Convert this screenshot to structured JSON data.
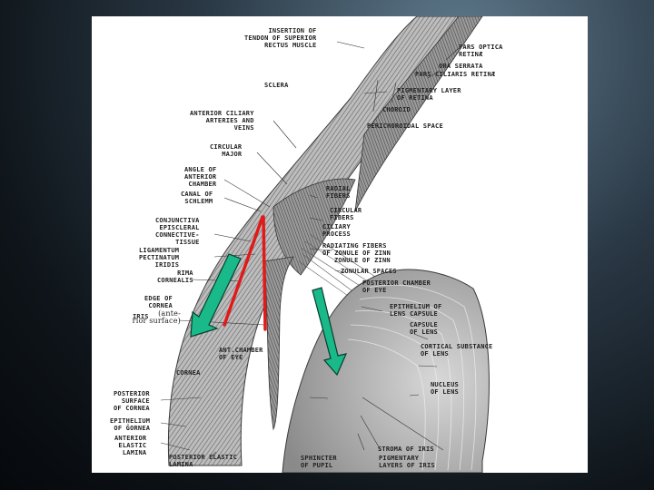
{
  "slide": {
    "background": "#1e2a33",
    "figure_background": "#ffffff",
    "arrows": {
      "red_color": "#e01a1a",
      "green_fill": "#19b98a",
      "green_outline": "#0a3d2c"
    }
  },
  "labels": {
    "insertion": "INSERTION OF\nTENDON OF SUPERIOR\nRECTUS MUSCLE",
    "pars_optica": "PARS OPTICA\nRETINÆ",
    "ora_serrata": "ORA SERRATA",
    "pars_ciliaris": "PARS CILIARIS RETINÆ",
    "sclera": "SCLERA",
    "pigmentary": "PIGMENTARY LAYER\nOF RETINA",
    "choroid": "CHOROID",
    "perichoroidal": "PERICHOROIDAL SPACE",
    "anterior_ciliary": "ANTERIOR CILIARY\nARTERIES AND\nVEINS",
    "circular_major": "CIRCULAR\nMAJOR",
    "angle": "ANGLE OF\nANTERIOR\nCHAMBER",
    "canal": "CANAL OF\nSCHLEMM",
    "radial_fibers": "RADIAL\nFIBERS",
    "circular_fibers": "CIRCULAR\nFIBERS",
    "ciliary_process": "CILIARY\nPROCESS",
    "conjunctiva": "CONJUNCTIVA\nEPISCLERAL\nCONNECTIVE-\nTISSUE",
    "ligamentum": "LIGAMENTUM\nPECTINATUM\nIRIDIS",
    "rima": "RIMA\nCORNEALIS",
    "radiating": "RADIATING FIBERS\nOF ZONULE OF ZINN",
    "zonule": "ZONULE OF ZINN",
    "zonular_spaces": "ZONULAR SPACES",
    "posterior_chamber": "POSTERIOR CHAMBER\nOF EYE",
    "edge_cornea": "EDGE OF\nCORNEA",
    "iris_ant_caps": "IRIS",
    "iris_ant_small": "(ante-\nrior surface)",
    "epithelium_lens": "EPITHELIUM OF\nLENS CAPSULE",
    "capsule_lens": "CAPSULE\nOF LENS",
    "ant_chamber": "ANT.CHAMBER\nOF EYE",
    "cortical": "CORTICAL SUBSTANCE\nOF LENS",
    "cornea": "CORNEA",
    "nucleus": "NUCLEUS\nOF LENS",
    "posterior_surface": "POSTERIOR\nSURFACE\nOF CORNEA",
    "epithelium_cornea": "EPITHELIUM\nOF ĞORNEA",
    "anterior_elastic": "ANTERIOR\nELASTIC\nLAMINA",
    "posterior_elastic": "POSTERIOR ELASTIC\nLAMINA",
    "sphincter": "SPHINCTER\nOF PUPIL",
    "stroma": "STROMA OF IRIS",
    "pigmentary_iris": "PIGMENTARY\nLAYERS OF IRIS"
  }
}
